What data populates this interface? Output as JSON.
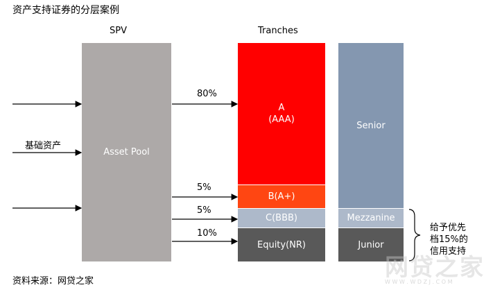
{
  "title": "资产支持证券的分层案例",
  "spv_label": "SPV",
  "tranches_label": "Tranches",
  "asset_pool": "Asset Pool",
  "input_label": "基础资产",
  "tranches": [
    {
      "name_1": "A",
      "name_2": "(AAA)",
      "pct": "80%",
      "color": "#FF0000"
    },
    {
      "name_1": "B(A+)",
      "pct": "5%",
      "color": "#FF4612"
    },
    {
      "name_1": "C(BBB)",
      "pct": "5%",
      "color": "#ADB9CA"
    },
    {
      "name_1": "Equity(NR)",
      "pct": "10%",
      "color": "#595959"
    }
  ],
  "classes": [
    {
      "name": "Senior",
      "color": "#8497B0"
    },
    {
      "name": "Mezzanine",
      "color": "#ADB9CA"
    },
    {
      "name": "Junior",
      "color": "#595959"
    }
  ],
  "note": [
    "给予优先",
    "档15%的",
    "信用支持"
  ],
  "source": "资料来源：网贷之家",
  "watermark": {
    "main": "网贷之家",
    "url": "W W W . W D Z J . C O M"
  }
}
